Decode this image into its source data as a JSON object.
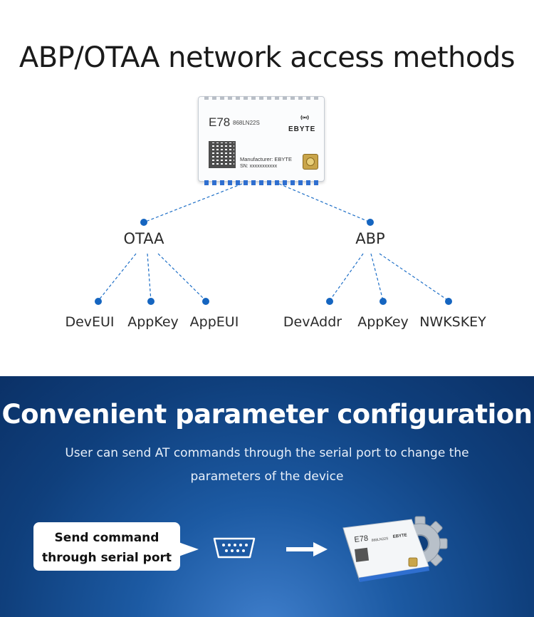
{
  "top_section": {
    "title": "ABP/OTAA network access methods",
    "module": {
      "model": "E78",
      "sub_model": "868LN22S",
      "brand": "EBYTE",
      "manufacturer_line": "Manufacturer: EBYTE",
      "sn_line": "SN: xxxxxxxxxxx"
    },
    "tree": {
      "otaa": {
        "label": "OTAA",
        "children": [
          "DevEUI",
          "AppKey",
          "AppEUI"
        ]
      },
      "abp": {
        "label": "ABP",
        "children": [
          "DevAddr",
          "AppKey",
          "NWKSKEY"
        ]
      }
    }
  },
  "bottom_section": {
    "title": "Convenient parameter configuration",
    "description": "User can send AT commands through the serial port to change the parameters of the device",
    "bubble_text": "Send command\nthrough serial port",
    "icons": [
      "serial-port-icon",
      "right-arrow-icon",
      "module-icon",
      "gear-icon"
    ]
  },
  "colors": {
    "node_dot": "#1565c0",
    "dashed_line": "#1e6fc7",
    "bottom_bg": "#0f3f7c",
    "title_text": "#1a1a1a"
  }
}
